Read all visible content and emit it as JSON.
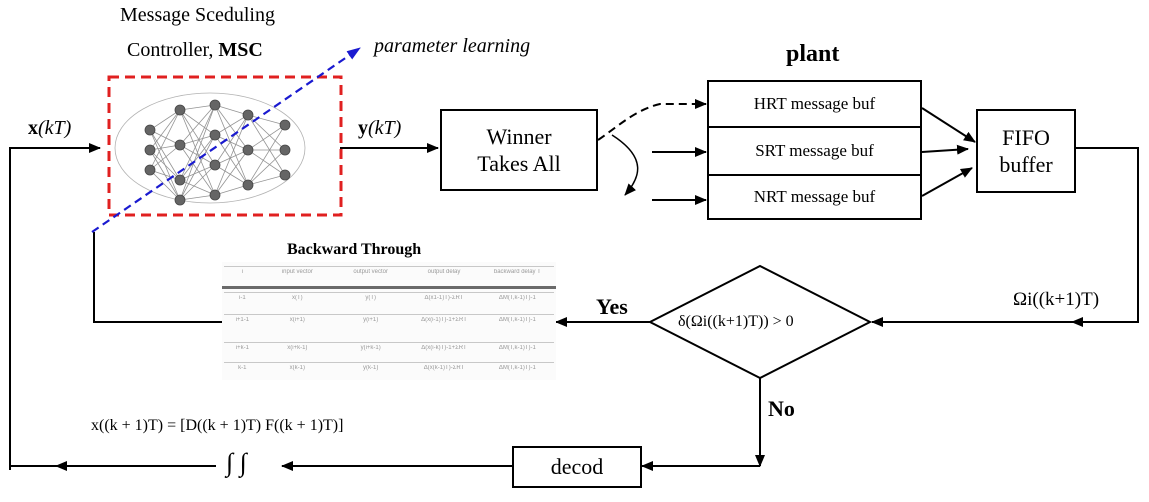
{
  "msc": {
    "title_line1": "Message Sceduling",
    "title_line2": "Controller, ",
    "title_abbr": "MSC"
  },
  "param_learning": "parameter learning",
  "input_label": {
    "bold": "x",
    "arg": "(kT)"
  },
  "output_label": {
    "bold": "y",
    "arg": "(kT)"
  },
  "wta": {
    "line1": "Winner",
    "line2": "Takes All"
  },
  "plant": {
    "title": "plant",
    "buffers": [
      "HRT message buf",
      "SRT message buf",
      "NRT message buf"
    ]
  },
  "fifo": {
    "line1": "FIFO",
    "line2": "buffer"
  },
  "omega_label": "Ωi((k+1)T)",
  "decision": {
    "text": "δ(Ωi((k+1)T)) > 0",
    "yes": "Yes",
    "no": "No"
  },
  "backward_title": "Backward Through",
  "decod": "decod",
  "equation": "x((k + 1)T) = [D((k + 1)T)    F((k + 1)T)]",
  "integral": "∫ ∫",
  "backward_table": {
    "header": [
      "i",
      "input vector",
      "output vector",
      "output delay",
      "backward delay T"
    ],
    "rows": [
      [
        "i-1",
        "x(T)",
        "y(T)",
        "Δ(x1-1)T)-ΣRT",
        "ΔM(T,k-1)T)-1"
      ],
      [
        "i+1-1",
        "x(i+1)",
        "y(i+1)",
        "Δ(x(i-1)T)-1+ΣRT",
        "ΔM(T,k-1)T)-1"
      ],
      [
        "i+k-1",
        "x(i+k-1)",
        "y(i+k-1)",
        "Δ(x(i-k)T)-1+ΣRT",
        "ΔM(T,k-1)T)-1"
      ],
      [
        "k-1",
        "x(k-1)",
        "y(k-1)",
        "Δ(x(k-1)T)-ΣRT",
        "ΔM(T,k-1)T)-1"
      ]
    ]
  },
  "colors": {
    "msc_border": "#e02020",
    "param_arrow": "#1a1ad0",
    "lines": "#000000"
  }
}
